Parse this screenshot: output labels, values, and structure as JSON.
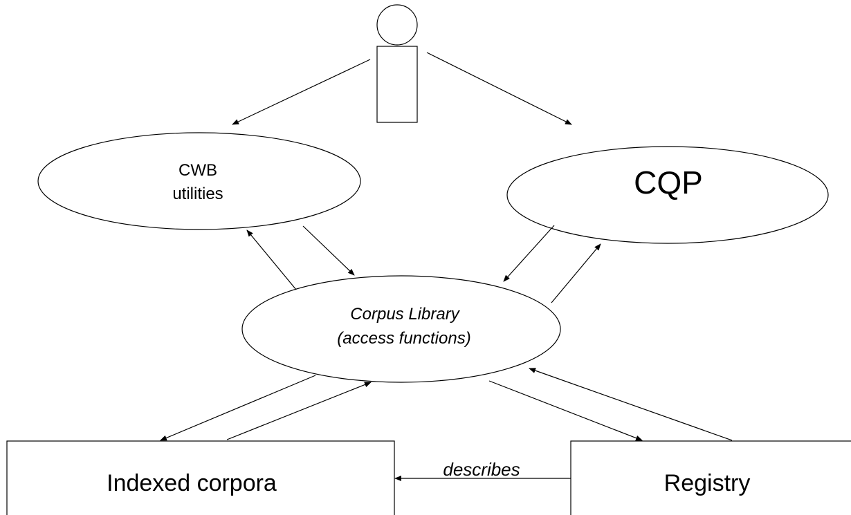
{
  "diagram": {
    "nodes": {
      "user_actor": {
        "label": ""
      },
      "cwb_utilities": {
        "line1": "CWB",
        "line2": "utilities"
      },
      "cqp": {
        "label": "CQP"
      },
      "corpus_library": {
        "line1": "Corpus Library",
        "line2": "(access functions)"
      },
      "indexed_corpora": {
        "label": "Indexed corpora"
      },
      "registry": {
        "label": "Registry"
      }
    },
    "edges": {
      "describes": {
        "label": "describes"
      }
    }
  }
}
